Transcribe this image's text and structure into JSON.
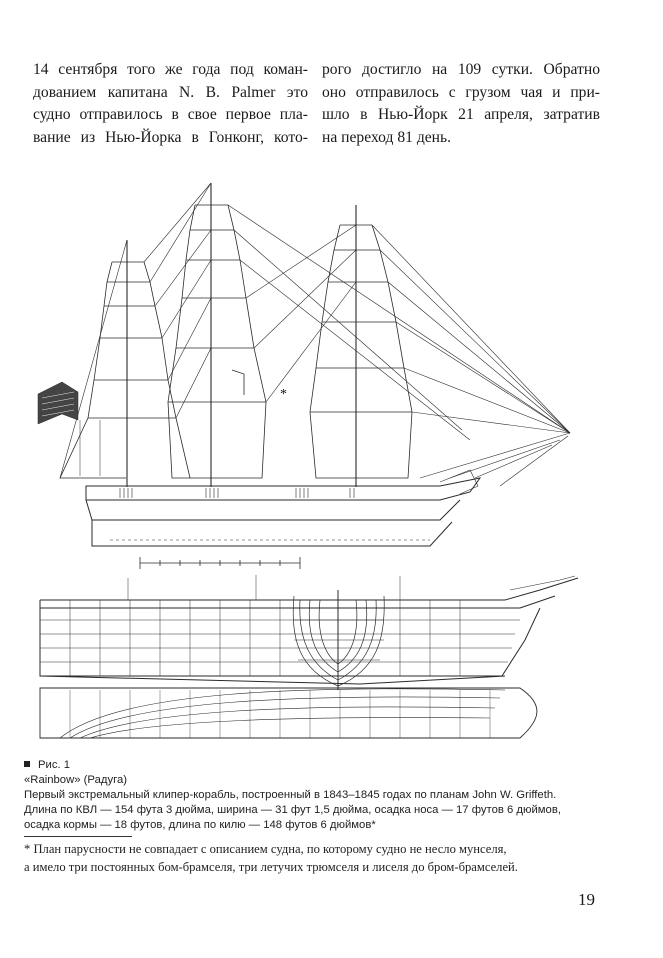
{
  "body_text": {
    "left_column": [
      "14 сентября того же года под коман-",
      "дованием капитана N. B. Palmer это",
      "судно отправилось в свое первое пла-",
      "вание из Нью-Йорка в Гонконг, кото-"
    ],
    "right_column": [
      "рого достигло на 109 сутки. Обратно",
      "оно отправилось с грузом чая и при-",
      "шло в Нью-Йорк 21 апреля, затратив",
      "на переход 81 день."
    ]
  },
  "figure": {
    "asterisk": "*",
    "caption_lines": [
      "Рис. 1",
      "«Rainbow» (Радуга)",
      "Первый экстремальный клипер-корабль, построенный в 1843–1845 годах по планам John W. Griffeth.",
      "Длина по КВЛ — 154 фута 3 дюйма, ширина — 31 фут 1,5 дюйма, осадка носа — 17 футов 6 дюймов,",
      "осадка кормы — 18 футов, длина по килю — 148 футов 6 дюймов*"
    ]
  },
  "footnote": {
    "lines": [
      "* План парусности не совпадает с описанием судна, по которому судно не несло мунселя,",
      "а имело три постоянных бом-брамселя, три летучих трюмселя и лиселя до бром-брамселей."
    ]
  },
  "page_number": "19"
}
